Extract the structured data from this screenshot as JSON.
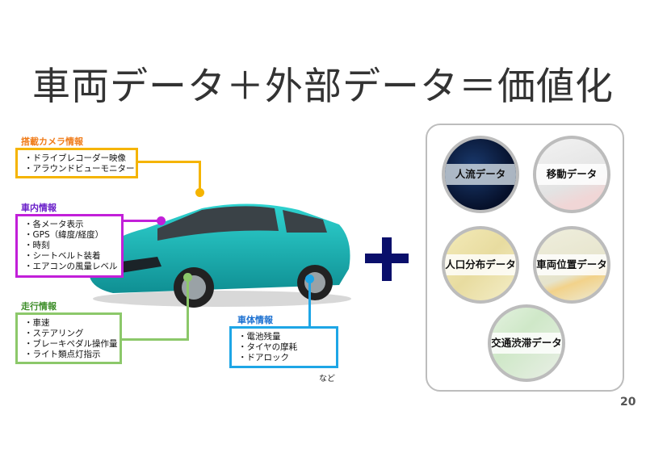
{
  "slide": {
    "title": "車両データ＋外部データ＝価値化",
    "page_number": "20",
    "footnote": "など"
  },
  "vehicle_data": {
    "camera": {
      "label": "搭載カメラ情報",
      "color": "#f5b400",
      "label_color": "#f07c1a",
      "items": [
        "ドライブレコーダー映像",
        "アラウンドビューモニター"
      ]
    },
    "interior": {
      "label": "車内情報",
      "color": "#c21fd9",
      "label_color": "#6a1fc9",
      "items": [
        "各メータ表示",
        "GPS（緯度/経度）",
        "時刻",
        "シートベルト装着",
        "エアコンの風量レベル"
      ]
    },
    "driving": {
      "label": "走行情報",
      "color": "#8cc86a",
      "label_color": "#3e8e2a",
      "items": [
        "車速",
        "ステアリング",
        "ブレーキペダル操作量",
        "ライト類点灯指示"
      ]
    },
    "body": {
      "label": "車体情報",
      "color": "#1ea6e6",
      "label_color": "#1a6fd0",
      "items": [
        "電池残量",
        "タイヤの摩耗",
        "ドアロック"
      ]
    }
  },
  "operator": {
    "symbol": "plus",
    "color": "#0a0f6b"
  },
  "external_data": {
    "items": [
      {
        "label": "人流データ",
        "style": "dark-network"
      },
      {
        "label": "移動データ",
        "style": "map-pins"
      },
      {
        "label": "人口分布データ",
        "style": "map-yellow"
      },
      {
        "label": "車両位置データ",
        "style": "map-road"
      },
      {
        "label": "交通渋滞データ",
        "style": "map-traffic"
      }
    ]
  }
}
